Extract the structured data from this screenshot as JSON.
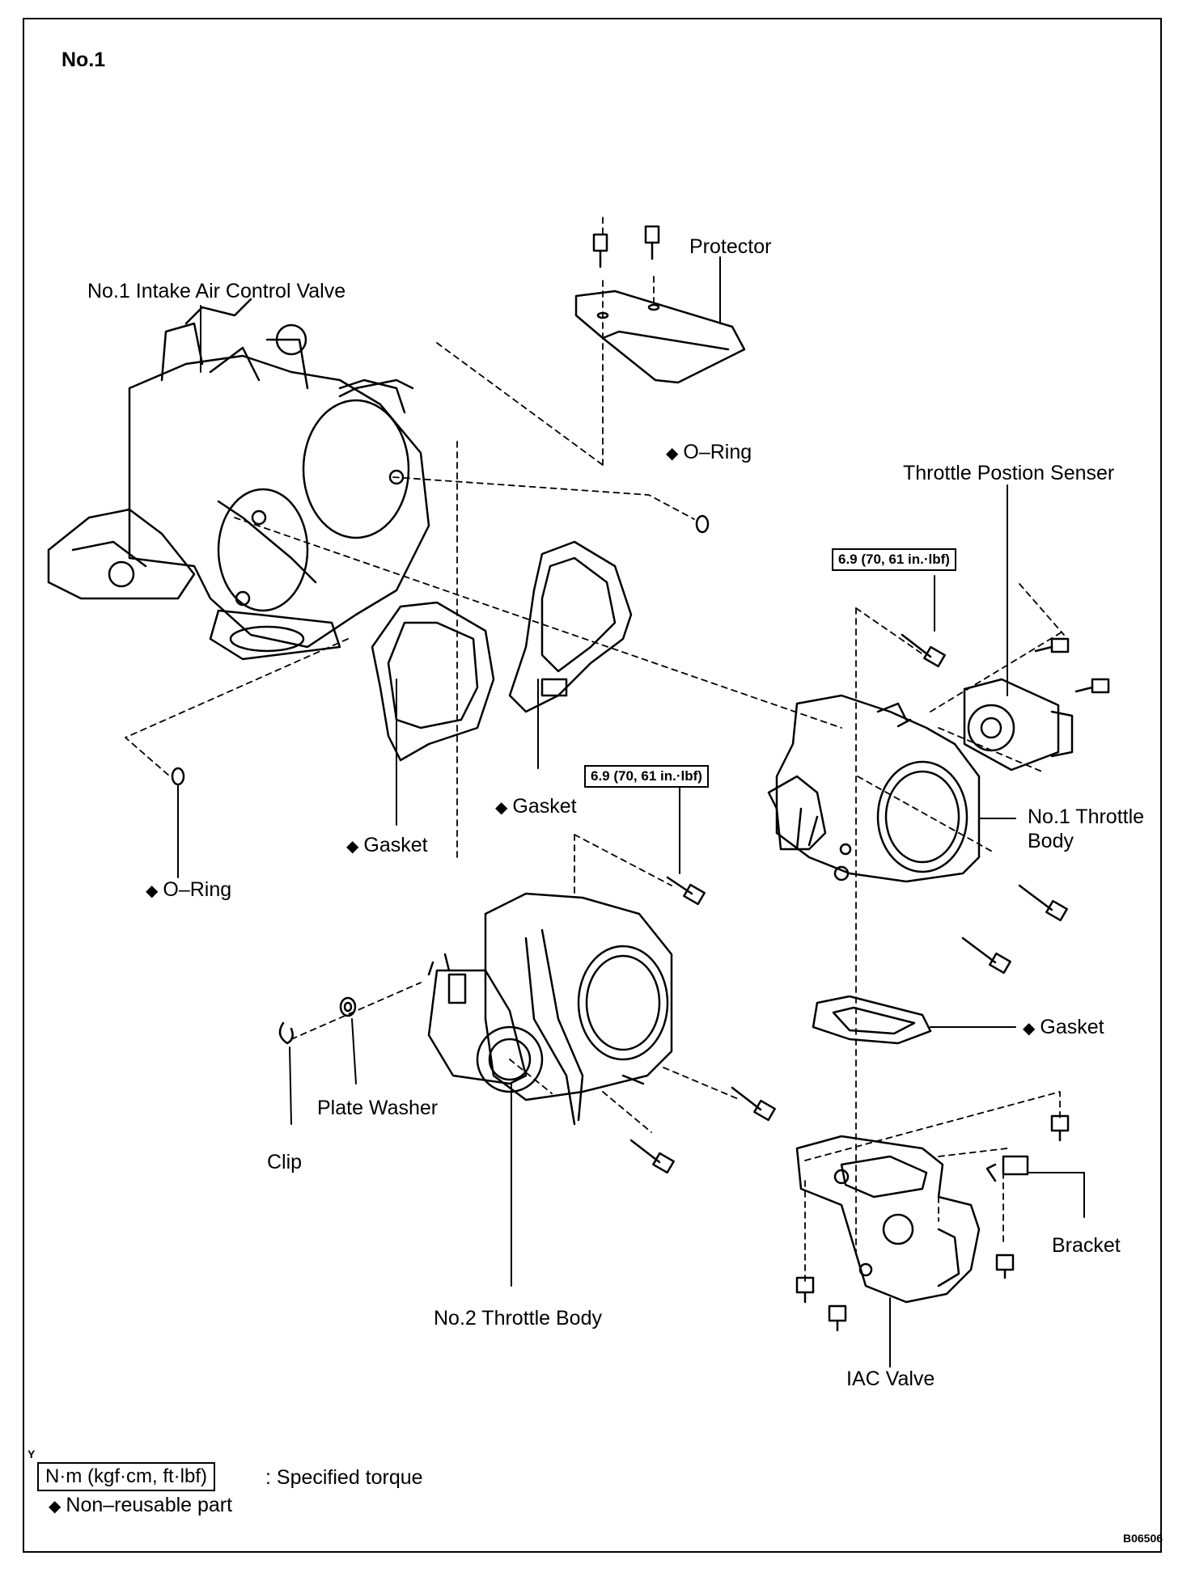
{
  "diagram": {
    "title": "No.1",
    "labels": {
      "protector": "Protector",
      "intake_valve": "No.1 Intake Air Control Valve",
      "o_ring_top": "O–Ring",
      "tps": "Throttle Postion Senser",
      "torque_top": "6.9 (70, 61 in.·lbf)",
      "torque_mid": "6.9 (70, 61 in.·lbf)",
      "gasket_mid": "Gasket",
      "gasket_left": "Gasket",
      "o_ring_left": "O–Ring",
      "throttle1_line1": "No.1 Throttle",
      "throttle1_line2": "Body",
      "gasket_right": "Gasket",
      "plate_washer": "Plate Washer",
      "clip": "Clip",
      "bracket": "Bracket",
      "throttle2": "No.2 Throttle Body",
      "iac": "IAC Valve"
    },
    "legend": {
      "marker": "Y",
      "torque_unit": "N·m (kgf·cm, ft·lbf)",
      "torque_desc": ": Specified torque",
      "non_reusable": "Non–reusable part"
    },
    "code": "B06506"
  }
}
